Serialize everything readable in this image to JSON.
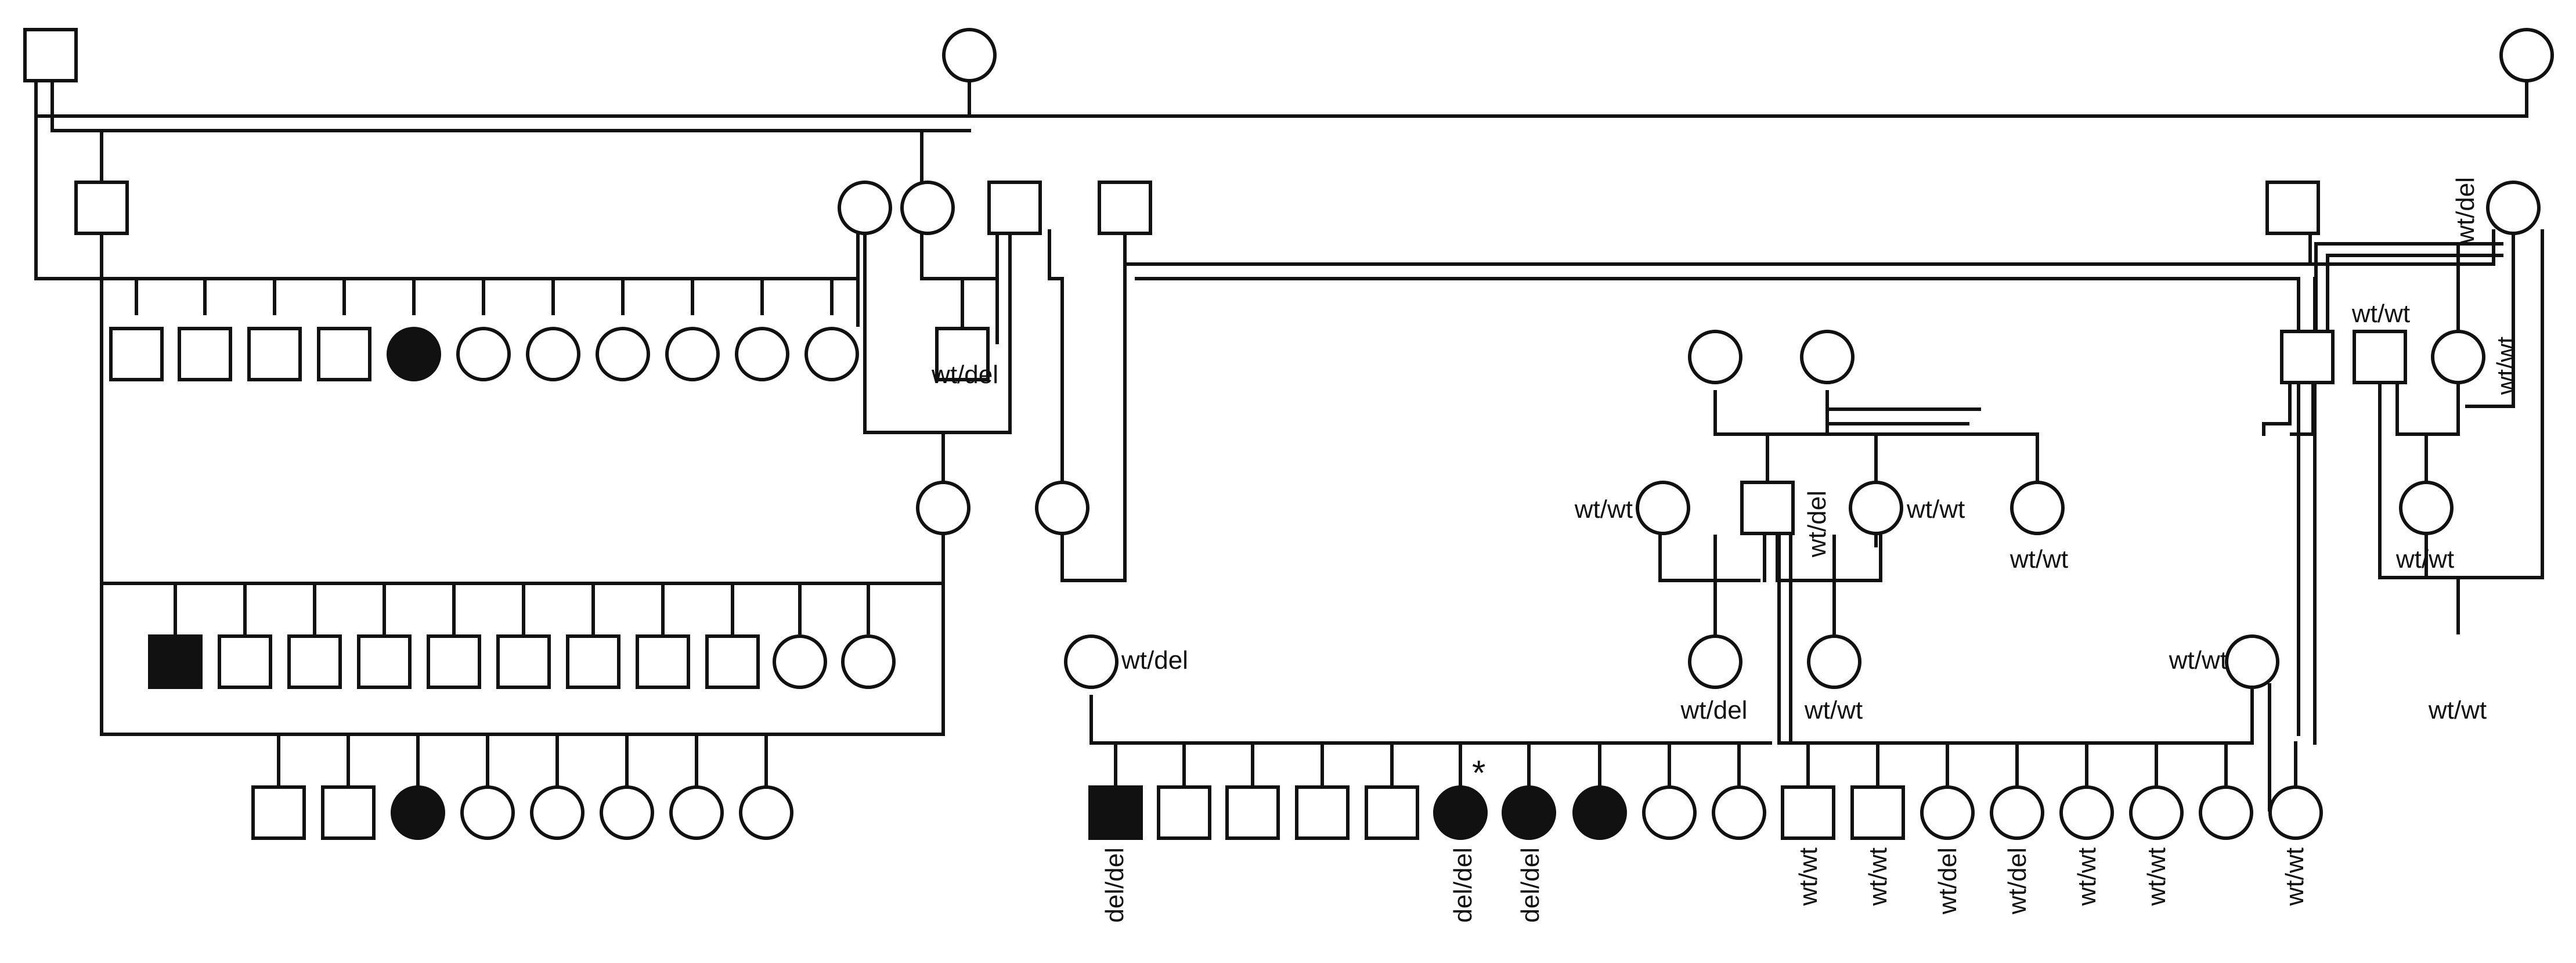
{
  "pedigree": {
    "colors": {
      "line": "#111111",
      "affected": "#111111",
      "unaffected": "#ffffff"
    },
    "marker": "*",
    "genotypes": {
      "g1": "wt/del",
      "g2": "wt/del",
      "g3": "wt/wt",
      "g4": "wt/wt",
      "g5": "wt/wt",
      "g6": "wt/del",
      "g7": "wt/wt",
      "g8": "wt/wt",
      "g9": "wt/wt",
      "g10": "wt/del",
      "g11": "wt/del",
      "g12": "wt/wt",
      "g13": "wt/wt",
      "g14": "wt/wt",
      "g15": "del/del",
      "g16": "del/del",
      "g17": "del/del",
      "g18": "wt/wt",
      "g19": "wt/wt",
      "g20": "wt/del",
      "g21": "wt/del",
      "g22": "wt/wt",
      "g23": "wt/wt",
      "g24": "wt/wt"
    },
    "individuals": [
      {
        "id": "I1",
        "sex": "male",
        "affected": false
      },
      {
        "id": "I2",
        "sex": "female",
        "affected": false
      },
      {
        "id": "I3",
        "sex": "female",
        "affected": false
      },
      {
        "id": "II1",
        "sex": "male",
        "affected": false
      },
      {
        "id": "II2",
        "sex": "female",
        "affected": false
      },
      {
        "id": "II3",
        "sex": "female",
        "affected": false
      },
      {
        "id": "II4",
        "sex": "male",
        "affected": false
      },
      {
        "id": "II5",
        "sex": "male",
        "affected": false
      },
      {
        "id": "II6",
        "sex": "male",
        "affected": false
      },
      {
        "id": "II7",
        "sex": "female",
        "affected": false
      },
      {
        "id": "III1",
        "sex": "male",
        "affected": false
      },
      {
        "id": "III2",
        "sex": "male",
        "affected": false
      },
      {
        "id": "III3",
        "sex": "male",
        "affected": false
      },
      {
        "id": "III4",
        "sex": "male",
        "affected": false
      },
      {
        "id": "III5",
        "sex": "female",
        "affected": true
      },
      {
        "id": "III6",
        "sex": "female",
        "affected": false
      },
      {
        "id": "III7",
        "sex": "female",
        "affected": false
      },
      {
        "id": "III8",
        "sex": "female",
        "affected": false
      },
      {
        "id": "III9",
        "sex": "female",
        "affected": false
      },
      {
        "id": "III10",
        "sex": "female",
        "affected": false
      },
      {
        "id": "III11",
        "sex": "female",
        "affected": false
      },
      {
        "id": "III12",
        "sex": "male",
        "affected": false
      },
      {
        "id": "III13",
        "sex": "female",
        "affected": false
      },
      {
        "id": "III14",
        "sex": "female",
        "affected": false
      },
      {
        "id": "III15",
        "sex": "male",
        "affected": false
      },
      {
        "id": "III16",
        "sex": "male",
        "affected": false
      },
      {
        "id": "III17",
        "sex": "female",
        "affected": false
      },
      {
        "id": "IV1",
        "sex": "female",
        "affected": false
      },
      {
        "id": "IV2",
        "sex": "female",
        "affected": false
      },
      {
        "id": "IV3",
        "sex": "female",
        "affected": false
      },
      {
        "id": "IV4",
        "sex": "male",
        "affected": false
      },
      {
        "id": "IV5",
        "sex": "female",
        "affected": false
      },
      {
        "id": "IV6",
        "sex": "female",
        "affected": false
      },
      {
        "id": "IV7",
        "sex": "female",
        "affected": false
      },
      {
        "id": "V1",
        "sex": "male",
        "affected": true
      },
      {
        "id": "V2",
        "sex": "male",
        "affected": false
      },
      {
        "id": "V3",
        "sex": "male",
        "affected": false
      },
      {
        "id": "V4",
        "sex": "male",
        "affected": false
      },
      {
        "id": "V5",
        "sex": "male",
        "affected": false
      },
      {
        "id": "V6",
        "sex": "male",
        "affected": false
      },
      {
        "id": "V7",
        "sex": "male",
        "affected": false
      },
      {
        "id": "V8",
        "sex": "male",
        "affected": false
      },
      {
        "id": "V9",
        "sex": "male",
        "affected": false
      },
      {
        "id": "V10",
        "sex": "female",
        "affected": false
      },
      {
        "id": "V11",
        "sex": "female",
        "affected": false
      },
      {
        "id": "V12",
        "sex": "female",
        "affected": false
      },
      {
        "id": "V13",
        "sex": "female",
        "affected": false
      },
      {
        "id": "V14",
        "sex": "female",
        "affected": false
      },
      {
        "id": "V15",
        "sex": "female",
        "affected": false
      },
      {
        "id": "VI1",
        "sex": "male",
        "affected": false
      },
      {
        "id": "VI2",
        "sex": "male",
        "affected": false
      },
      {
        "id": "VI3",
        "sex": "female",
        "affected": true
      },
      {
        "id": "VI4",
        "sex": "female",
        "affected": false
      },
      {
        "id": "VI5",
        "sex": "female",
        "affected": false
      },
      {
        "id": "VI6",
        "sex": "female",
        "affected": false
      },
      {
        "id": "VI7",
        "sex": "female",
        "affected": false
      },
      {
        "id": "VI8",
        "sex": "female",
        "affected": false
      },
      {
        "id": "VI9",
        "sex": "male",
        "affected": true
      },
      {
        "id": "VI10",
        "sex": "male",
        "affected": false
      },
      {
        "id": "VI11",
        "sex": "male",
        "affected": false
      },
      {
        "id": "VI12",
        "sex": "male",
        "affected": false
      },
      {
        "id": "VI13",
        "sex": "male",
        "affected": false
      },
      {
        "id": "VI14",
        "sex": "female",
        "affected": true
      },
      {
        "id": "VI15",
        "sex": "female",
        "affected": true
      },
      {
        "id": "VI16",
        "sex": "female",
        "affected": true
      },
      {
        "id": "VI17",
        "sex": "female",
        "affected": false
      },
      {
        "id": "VI18",
        "sex": "female",
        "affected": false
      },
      {
        "id": "VI19",
        "sex": "male",
        "affected": false
      },
      {
        "id": "VI20",
        "sex": "male",
        "affected": false
      },
      {
        "id": "VI21",
        "sex": "female",
        "affected": false
      },
      {
        "id": "VI22",
        "sex": "female",
        "affected": false
      },
      {
        "id": "VI23",
        "sex": "female",
        "affected": false
      },
      {
        "id": "VI24",
        "sex": "female",
        "affected": false
      },
      {
        "id": "VI25",
        "sex": "female",
        "affected": false
      },
      {
        "id": "VI26",
        "sex": "female",
        "affected": false
      }
    ]
  }
}
